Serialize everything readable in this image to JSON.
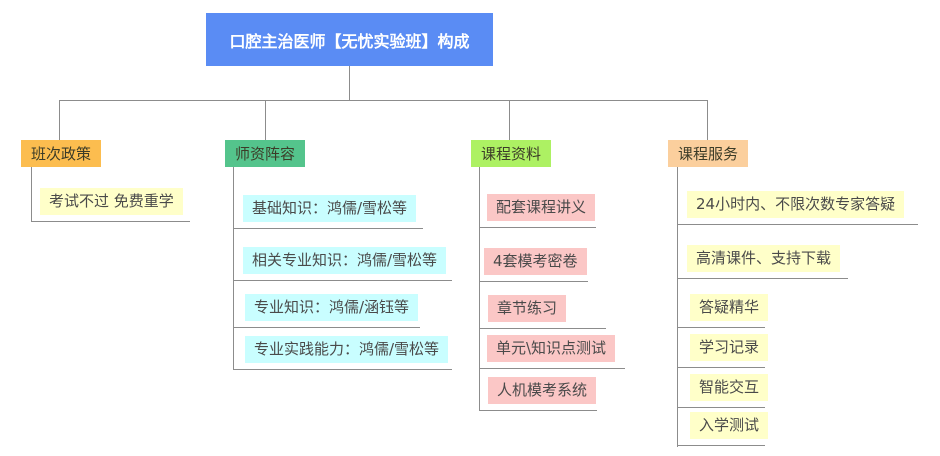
{
  "root": {
    "label": "口腔主治医师【无忧实验班】构成"
  },
  "branches": [
    {
      "label": "班次政策",
      "children": [
        {
          "label": "考试不过 免费重学"
        }
      ]
    },
    {
      "label": "师资阵容",
      "children": [
        {
          "label": "基础知识：鸿儒/雪松等"
        },
        {
          "label": "相关专业知识：鸿儒/雪松等"
        },
        {
          "label": "专业知识：鸿儒/涵钰等"
        },
        {
          "label": "专业实践能力：鸿儒/雪松等"
        }
      ]
    },
    {
      "label": "课程资料",
      "children": [
        {
          "label": "配套课程讲义"
        },
        {
          "label": "4套模考密卷"
        },
        {
          "label": "章节练习"
        },
        {
          "label": "单元\\知识点测试"
        },
        {
          "label": "人机模考系统"
        }
      ]
    },
    {
      "label": "课程服务",
      "children": [
        {
          "label": "24小时内、不限次数专家答疑"
        },
        {
          "label": "高清课件、支持下载"
        },
        {
          "label": "答疑精华"
        },
        {
          "label": "学习记录"
        },
        {
          "label": "智能交互"
        },
        {
          "label": "入学测试"
        }
      ]
    }
  ],
  "colors": {
    "root_bg": "#5a8cf4",
    "root_text": "#ffffff",
    "branch_bg": [
      "#fcbd4f",
      "#54c48c",
      "#adf163",
      "#fbcf9d"
    ],
    "child_bg": [
      "#ffffc9",
      "#c9feff",
      "#fbc7c6",
      "#ffffc9"
    ],
    "connector": "#8c8c8c"
  }
}
